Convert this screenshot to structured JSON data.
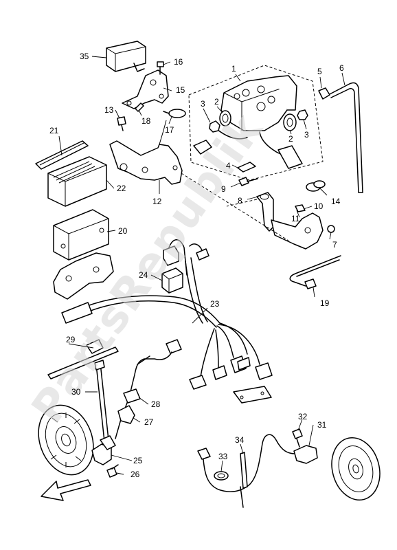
{
  "watermark": "PartsRepublik",
  "callouts": [
    "1",
    "2",
    "2",
    "3",
    "3",
    "4",
    "5",
    "6",
    "7",
    "8",
    "9",
    "10",
    "11",
    "12",
    "13",
    "14",
    "15",
    "16",
    "17",
    "18",
    "19",
    "20",
    "21",
    "22",
    "23",
    "24",
    "25",
    "26",
    "27",
    "28",
    "29",
    "30",
    "31",
    "32",
    "33",
    "34",
    "35"
  ],
  "colors": {
    "line": "#000000",
    "background": "#ffffff",
    "watermark": "#d6d6d6"
  },
  "icons": {
    "direction_arrow": "front-direction-arrow-icon"
  }
}
